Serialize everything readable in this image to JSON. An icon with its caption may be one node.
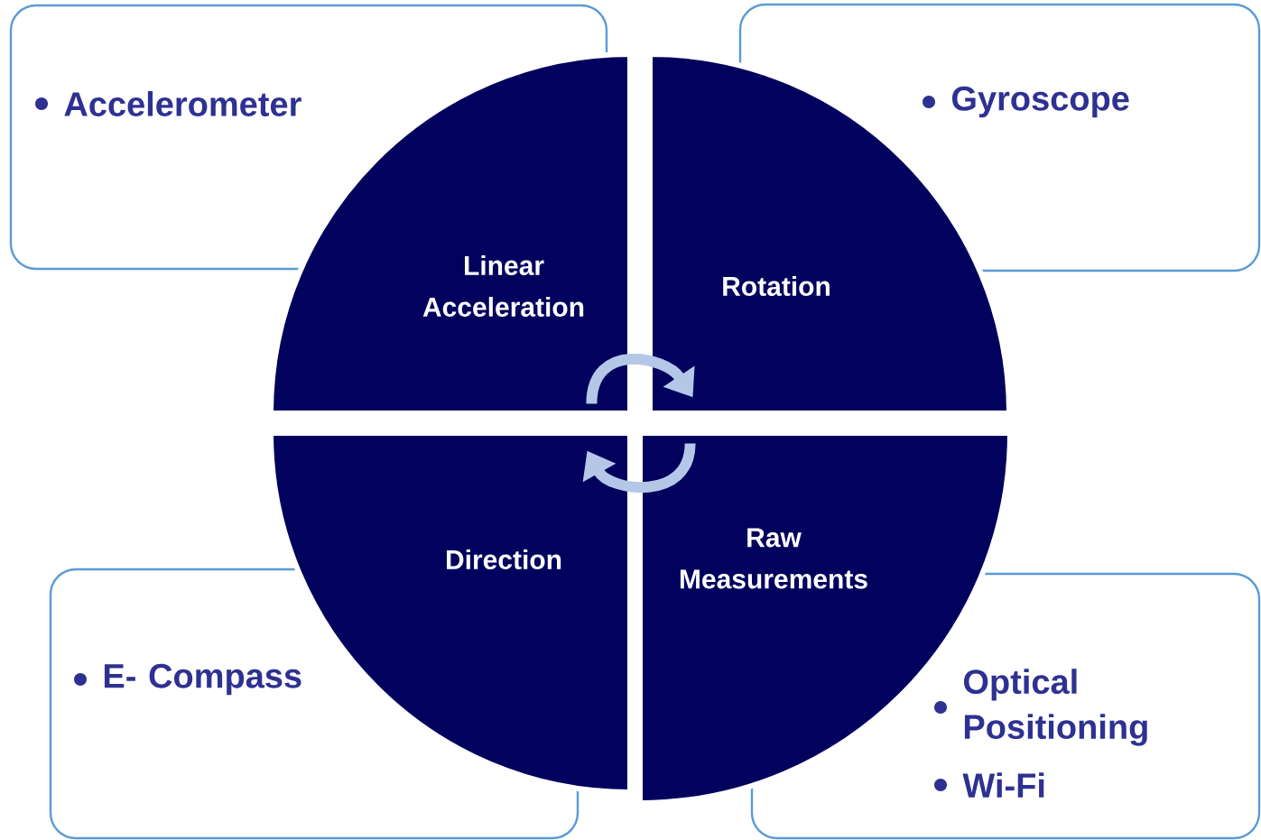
{
  "diagram": {
    "nodes": [
      {
        "text": [
          "Accelerometer"
        ]
      },
      {
        "text": [
          "Gyroscope"
        ]
      },
      {
        "text": [
          "E- Compass"
        ]
      },
      {
        "text": [
          "Optical Positioning",
          "Wi-Fi"
        ]
      },
      {
        "text": [
          "Linear Acceleration"
        ]
      },
      {
        "text": [
          "Rotation"
        ]
      },
      {
        "text": [
          "Direction"
        ]
      },
      {
        "text": [
          "Raw Measurements"
        ]
      }
    ],
    "edges": [
      {
        "from": 4,
        "to": 5,
        "arrow": "to"
      },
      {
        "from": 7,
        "to": 6,
        "arrow": "to"
      }
    ]
  }
}
